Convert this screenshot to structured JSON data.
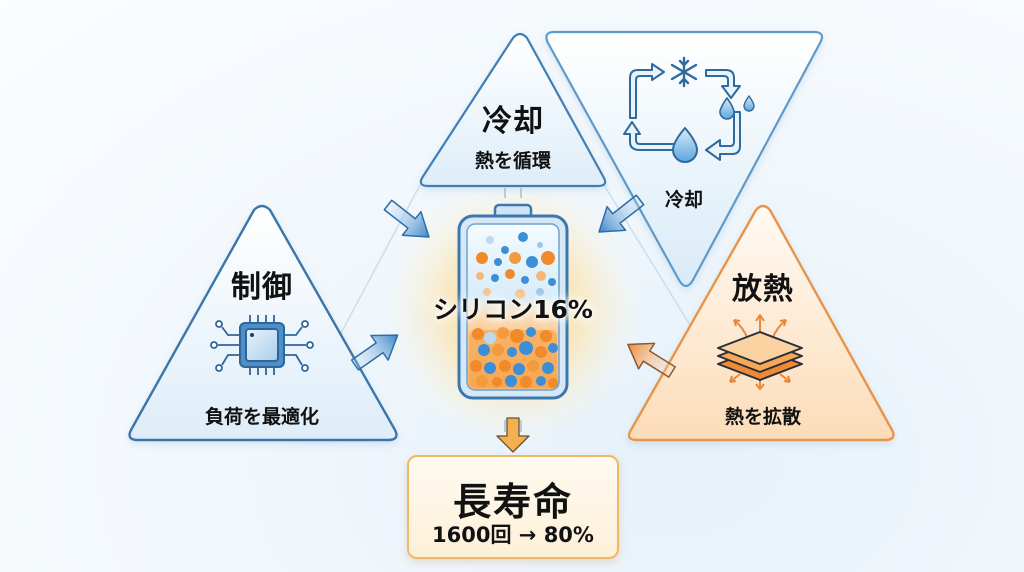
{
  "diagram": {
    "center": {
      "label": "シリコン16%",
      "icon": "battery-icon"
    },
    "nodes": {
      "cooling_top": {
        "title": "冷却",
        "subtitle": "熱を循環"
      },
      "cooling_cycle": {
        "label": "冷却",
        "icon": "cooling-cycle-icon"
      },
      "control": {
        "title": "制御",
        "subtitle": "負荷を最適化",
        "icon": "chip-icon"
      },
      "heat_dissipation": {
        "title": "放熱",
        "subtitle": "熱を拡散",
        "icon": "heat-spread-layers-icon"
      }
    },
    "result": {
      "title": "長寿命",
      "subtitle": "1600回 → 80%"
    },
    "colors": {
      "blue_stroke": "#3f7fb5",
      "blue_fill": "#e8f2fb",
      "orange_stroke": "#e8944a",
      "orange_fill": "#fde9d2",
      "glow": "#ffd27a",
      "particle_blue": "#3c8fd6",
      "particle_orange": "#f08a2a"
    }
  }
}
